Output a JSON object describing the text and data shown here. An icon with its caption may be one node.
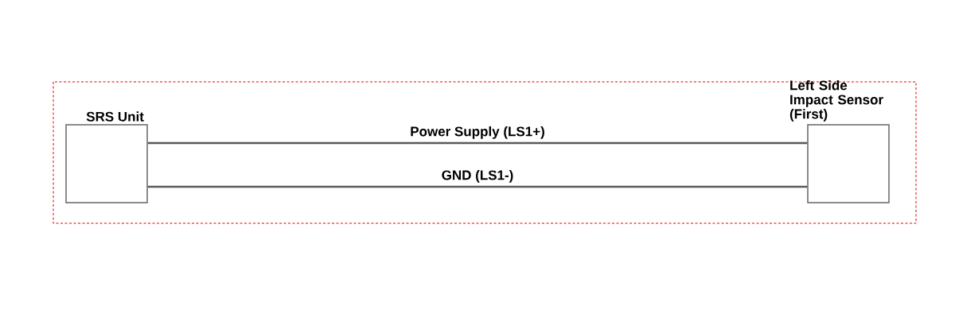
{
  "diagram": {
    "nodes": [
      {
        "text": [
          "SRS Unit"
        ]
      },
      {
        "text": [
          "Left Side Impact Sensor (First)"
        ]
      }
    ],
    "edges": [
      {
        "from": 0,
        "to": 1,
        "arrow": "none",
        "label": "Power Supply (LS1+)"
      },
      {
        "from": 0,
        "to": 1,
        "arrow": "none",
        "label": "GND (LS1-)"
      }
    ]
  }
}
